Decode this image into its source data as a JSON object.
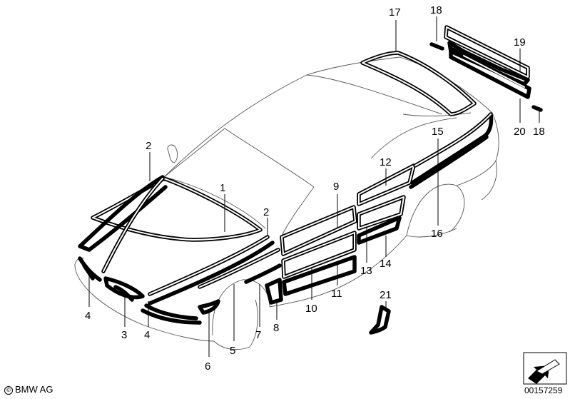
{
  "diagram": {
    "callouts": [
      "1",
      "2",
      "2",
      "3",
      "4",
      "4",
      "5",
      "6",
      "7",
      "8",
      "9",
      "10",
      "11",
      "12",
      "13",
      "14",
      "15",
      "16",
      "17",
      "18",
      "18",
      "19",
      "20",
      "21"
    ]
  },
  "footer": {
    "copyright": "BMW AG",
    "document_number": "00157259"
  }
}
